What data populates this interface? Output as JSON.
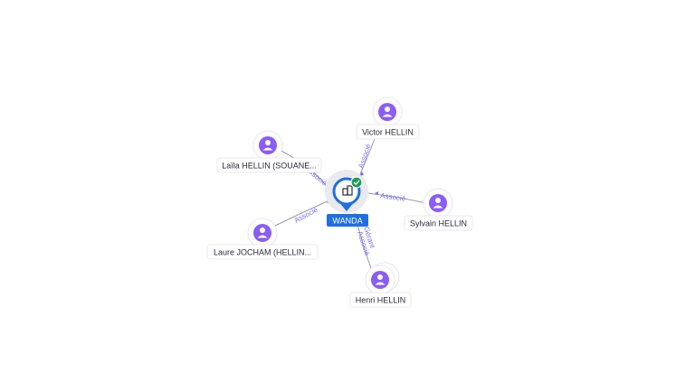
{
  "company": {
    "name": "WANDA",
    "verified": true,
    "icon": "company-building-icon",
    "color": "#1f6fe0"
  },
  "people": [
    {
      "id": "victor",
      "name": "Victor HELLIN",
      "icon": "person-icon"
    },
    {
      "id": "laila",
      "name": "Laïla HELLIN (SOUANE...",
      "icon": "person-icon"
    },
    {
      "id": "sylvain",
      "name": "Sylvain HELLIN",
      "icon": "person-icon"
    },
    {
      "id": "laure",
      "name": "Laure JOCHAM (HELLIN...",
      "icon": "person-icon"
    },
    {
      "id": "henri",
      "name": "Henri HELLIN",
      "icon": "person-icon"
    }
  ],
  "relations": [
    {
      "person": "victor",
      "label": "Associé"
    },
    {
      "person": "laila",
      "label": "Associé"
    },
    {
      "person": "sylvain",
      "label": "Associé"
    },
    {
      "person": "laure",
      "label": "Associé"
    },
    {
      "person": "henri",
      "label": "Associé"
    },
    {
      "person": "henri",
      "label": "Gérant"
    }
  ],
  "colors": {
    "person_node": "#8b5cf6",
    "relation_label": "#7b6cf0",
    "verified_badge": "#1f9d55"
  }
}
